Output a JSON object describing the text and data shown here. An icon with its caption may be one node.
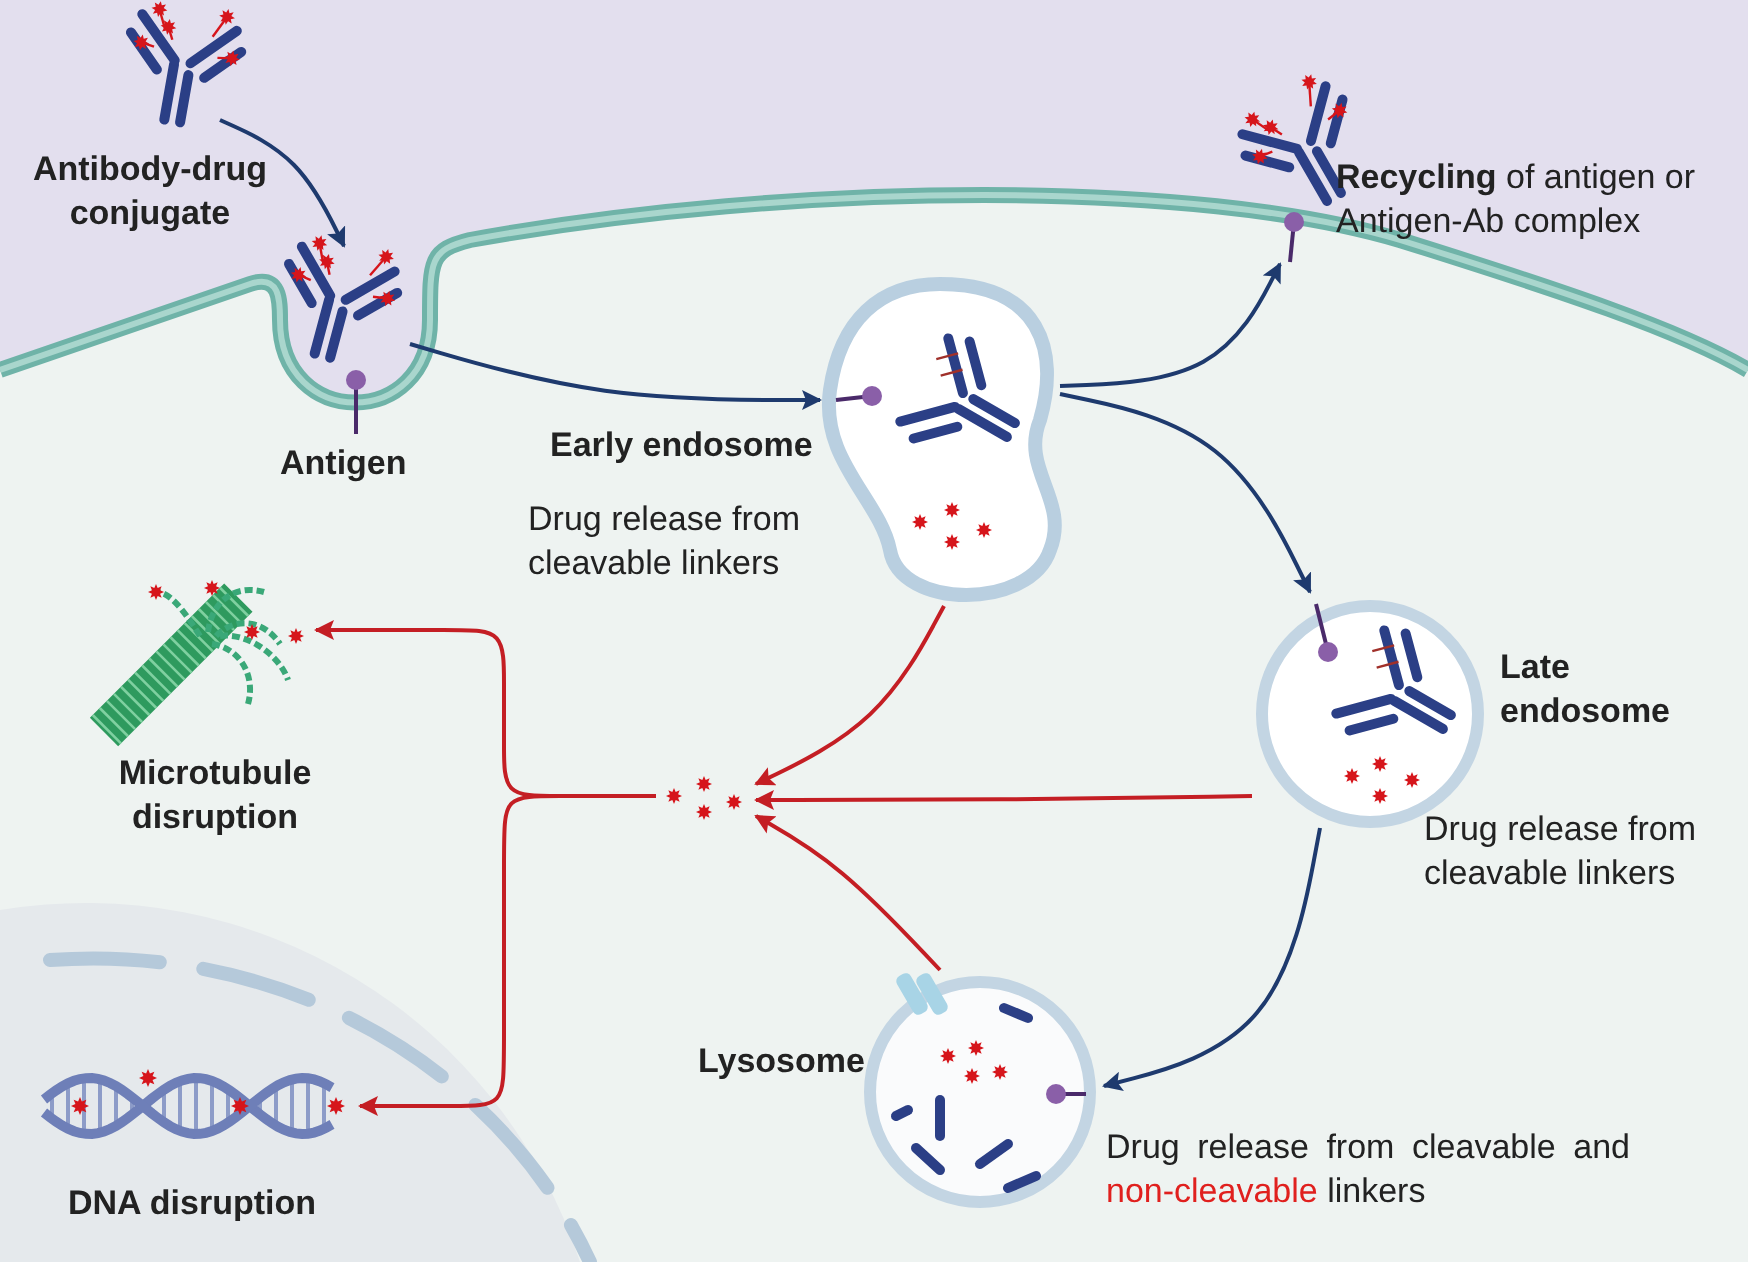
{
  "diagram": {
    "nodes": [
      {
        "text": [],
        "shape": "picture",
        "beside": [
          "Antibody-drug conjugate"
        ]
      },
      {
        "text": [],
        "shape": "picture",
        "beside": [
          "Antigen"
        ]
      },
      {
        "text": [],
        "shape": "picture",
        "beside": [
          "Early endosome",
          "Drug release from cleavable linkers"
        ]
      },
      {
        "text": [],
        "shape": "picture",
        "beside": [
          "**Recycling** of antigen or Antigen-Ab complex"
        ]
      },
      {
        "text": [],
        "shape": "picture",
        "beside": [
          "Late endosome",
          "Drug release from cleavable linkers"
        ]
      },
      {
        "text": [],
        "shape": "picture",
        "beside": [
          "Lysosome",
          "Drug release from cleavable and *non-cleavable* linkers"
        ]
      },
      {
        "text": [],
        "shape": "picture"
      },
      {
        "text": [],
        "shape": "picture",
        "beside": [
          "Microtubule disruption"
        ]
      },
      {
        "text": [],
        "shape": "picture",
        "beside": [
          "DNA disruption"
        ]
      }
    ],
    "edges": [
      {
        "from": 0,
        "to": 1,
        "arrow": "to"
      },
      {
        "from": 1,
        "to": 2,
        "arrow": "to"
      },
      {
        "from": 2,
        "to": 3,
        "arrow": "to"
      },
      {
        "from": 2,
        "to": 4,
        "arrow": "to"
      },
      {
        "from": 4,
        "to": 5,
        "arrow": "to"
      },
      {
        "from": 2,
        "to": 6,
        "arrow": "to",
        "color": "#c41e24"
      },
      {
        "from": 4,
        "to": 6,
        "arrow": "to",
        "color": "#c41e24"
      },
      {
        "from": 5,
        "to": 6,
        "arrow": "to",
        "color": "#c41e24"
      },
      {
        "from": 6,
        "to": 7,
        "arrow": "to",
        "color": "#c41e24"
      },
      {
        "from": 6,
        "to": 8,
        "arrow": "to",
        "color": "#c41e24"
      }
    ]
  }
}
